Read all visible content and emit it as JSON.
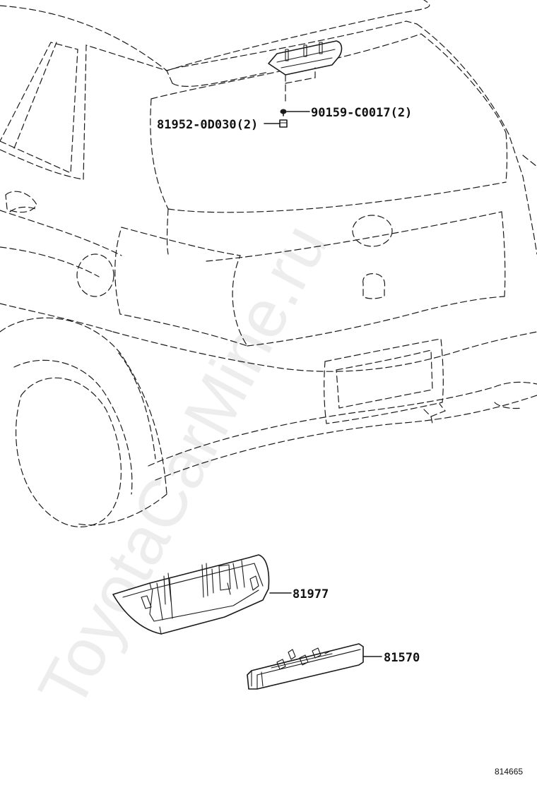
{
  "parts": [
    {
      "id": "p1",
      "label": "90159-C0017(2)"
    },
    {
      "id": "p2",
      "label": "81952-0D030(2)"
    },
    {
      "id": "p3",
      "label": "81977"
    },
    {
      "id": "p4",
      "label": "81570"
    }
  ],
  "figure_number": "814665",
  "watermark": "ToyotaCarMine.ru"
}
